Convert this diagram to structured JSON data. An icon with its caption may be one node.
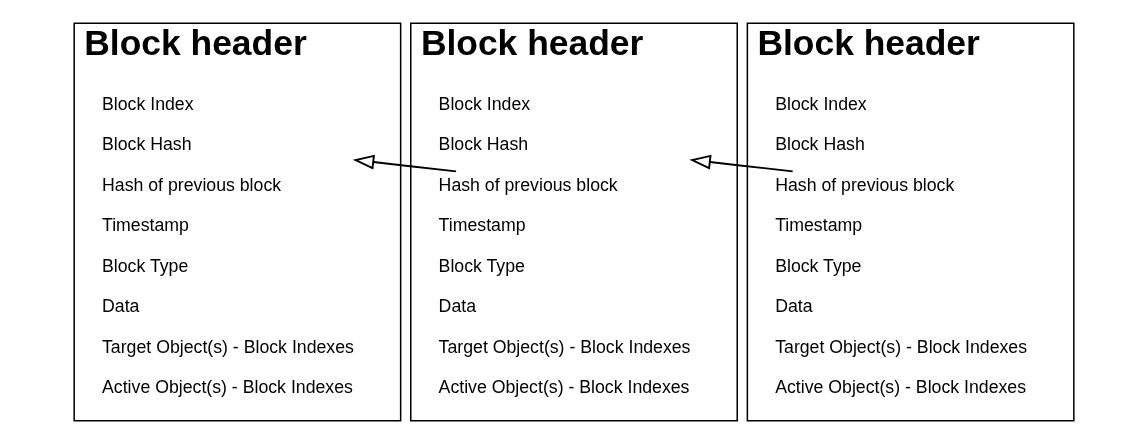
{
  "diagram": {
    "nodes": [
      {
        "text": [
          "Block header"
        ]
      },
      {
        "text": [
          "Block Index"
        ],
        "in": 0
      },
      {
        "text": [
          "Block Hash"
        ],
        "in": 0
      },
      {
        "text": [
          "Hash of previous block"
        ],
        "in": 0
      },
      {
        "text": [
          "Timestamp"
        ],
        "in": 0
      },
      {
        "text": [
          "Block Type"
        ],
        "in": 0
      },
      {
        "text": [
          "Data"
        ],
        "in": 0
      },
      {
        "text": [
          "Target Object(s) - Block Indexes"
        ],
        "in": 0
      },
      {
        "text": [
          "Active Object(s) - Block Indexes"
        ],
        "in": 0
      },
      {
        "text": [
          "Block header"
        ]
      },
      {
        "text": [
          "Block Index"
        ],
        "in": 9
      },
      {
        "text": [
          "Block Hash"
        ],
        "in": 9
      },
      {
        "text": [
          "Hash of previous block"
        ],
        "in": 9
      },
      {
        "text": [
          "Timestamp"
        ],
        "in": 9
      },
      {
        "text": [
          "Block Type"
        ],
        "in": 9
      },
      {
        "text": [
          "Data"
        ],
        "in": 9
      },
      {
        "text": [
          "Target Object(s) - Block Indexes"
        ],
        "in": 9
      },
      {
        "text": [
          "Active Object(s) - Block Indexes"
        ],
        "in": 9
      },
      {
        "text": [
          "Block header"
        ]
      },
      {
        "text": [
          "Block Index"
        ],
        "in": 18
      },
      {
        "text": [
          "Block Hash"
        ],
        "in": 18
      },
      {
        "text": [
          "Hash of previous block"
        ],
        "in": 18
      },
      {
        "text": [
          "Timestamp"
        ],
        "in": 18
      },
      {
        "text": [
          "Block Type"
        ],
        "in": 18
      },
      {
        "text": [
          "Data"
        ],
        "in": 18
      },
      {
        "text": [
          "Target Object(s) - Block Indexes"
        ],
        "in": 18
      },
      {
        "text": [
          "Active Object(s) - Block Indexes"
        ],
        "in": 18
      }
    ],
    "edges": [
      {
        "from": 12,
        "to": 2,
        "arrow": "to"
      },
      {
        "from": 21,
        "to": 11,
        "arrow": "to"
      }
    ]
  }
}
